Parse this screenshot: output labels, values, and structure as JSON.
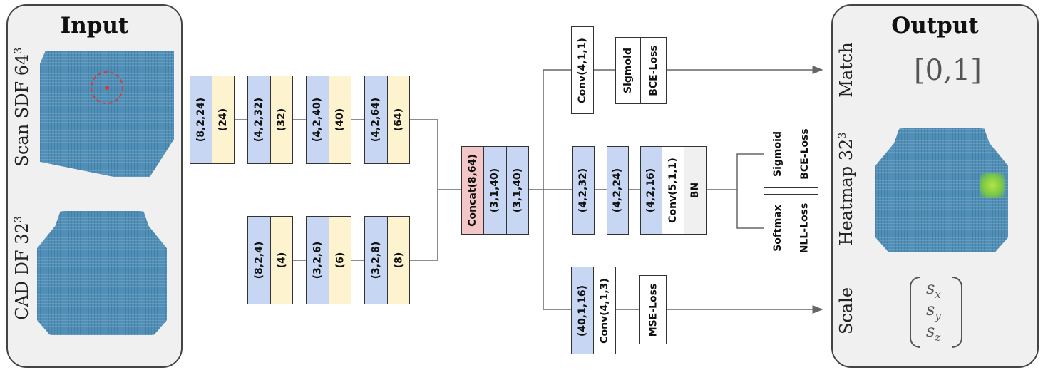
{
  "input_panel": {
    "title": "Input",
    "scan_label": "Scan SDF 64",
    "scan_exp": "3",
    "cad_label": "CAD DF 32",
    "cad_exp": "3"
  },
  "output_panel": {
    "title": "Output",
    "match_label": "Match",
    "match_value": "[0,1]",
    "heatmap_label": "Heatmap 32",
    "heatmap_exp": "3",
    "scale_label": "Scale",
    "scale_values": [
      "s",
      "s",
      "s"
    ],
    "scale_subs": [
      "x",
      "y",
      "z"
    ]
  },
  "encoder_scan": [
    {
      "conv": "(8,2,24)",
      "feat": "(24)"
    },
    {
      "conv": "(4,2,32)",
      "feat": "(32)"
    },
    {
      "conv": "(4,2,40)",
      "feat": "(40)"
    },
    {
      "conv": "(4,2,64)",
      "feat": "(64)"
    }
  ],
  "encoder_cad": [
    {
      "conv": "(8,2,4)",
      "feat": "(4)"
    },
    {
      "conv": "(3,2,6)",
      "feat": "(6)"
    },
    {
      "conv": "(3,2,8)",
      "feat": "(8)"
    }
  ],
  "concat": {
    "label": "Concat(8,64)",
    "b1": "(3,1,40)",
    "b2": "(3,1,40)"
  },
  "match_head": {
    "conv": "Conv(4,1,1)",
    "act": "Sigmoid",
    "loss": "BCE-Loss"
  },
  "heatmap_head": {
    "l1": "(4,2,32)",
    "l2": "(4,2,24)",
    "l3": "(4,2,16)",
    "conv": "Conv(5,1,1)",
    "bn": "BN",
    "top_act": "Sigmoid",
    "top_loss": "BCE-Loss",
    "bottom_act": "Softmax",
    "bottom_loss": "NLL-Loss"
  },
  "scale_head": {
    "l1": "(40,1,16)",
    "conv": "Conv(4,1,3)",
    "loss": "MSE-Loss"
  },
  "colors": {
    "blue": "#c6d6f3",
    "yellow": "#fdf3cf",
    "pink": "#f3c7c7",
    "voxel": "#4f8fb8",
    "highlight": "#7ac943"
  }
}
